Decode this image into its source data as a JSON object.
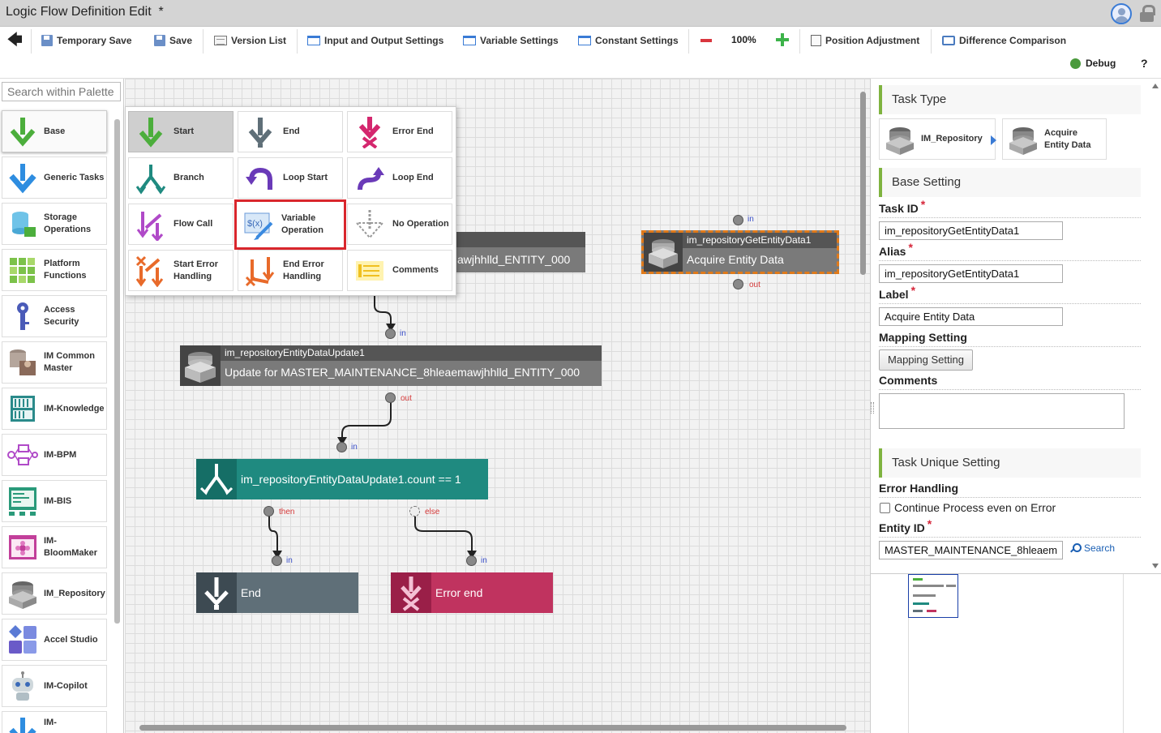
{
  "window": {
    "title": "Logic Flow Definition Edit",
    "modified_marker": "*"
  },
  "toolbar": {
    "temporary_save": "Temporary Save",
    "save": "Save",
    "version_list": "Version List",
    "io_settings": "Input and Output Settings",
    "variable_settings": "Variable Settings",
    "constant_settings": "Constant Settings",
    "zoom": "100%",
    "position_adjustment": "Position Adjustment",
    "difference_comparison": "Difference Comparison",
    "debug": "Debug",
    "help": "?"
  },
  "palette": {
    "search_placeholder": "Search within Palette",
    "categories": [
      {
        "label": "Base",
        "icon": "down-arrow-icon"
      },
      {
        "label": "Generic Tasks",
        "icon": "blue-down-arrow-icon"
      },
      {
        "label": "Storage Operations",
        "icon": "database-icon"
      },
      {
        "label": "Platform Functions",
        "icon": "grid-icon"
      },
      {
        "label": "Access Security",
        "icon": "key-icon"
      },
      {
        "label": "IM Common Master",
        "icon": "master-icon"
      },
      {
        "label": "IM-Knowledge",
        "icon": "bookshelf-icon"
      },
      {
        "label": "IM-BPM",
        "icon": "flow-icon"
      },
      {
        "label": "IM-BIS",
        "icon": "form-icon"
      },
      {
        "label": "IM-BloomMaker",
        "icon": "bloom-icon"
      },
      {
        "label": "IM_Repository",
        "icon": "repository-icon"
      },
      {
        "label": "Accel Studio",
        "icon": "blocks-icon"
      },
      {
        "label": "IM-Copilot",
        "icon": "robot-icon"
      },
      {
        "label": "IM-",
        "icon": "blue-down-arrow-icon"
      }
    ]
  },
  "popup": {
    "tiles": [
      {
        "label": "Start"
      },
      {
        "label": "End"
      },
      {
        "label": "Error End"
      },
      {
        "label": "Branch"
      },
      {
        "label": "Loop Start"
      },
      {
        "label": "Loop End"
      },
      {
        "label": "Flow Call"
      },
      {
        "label": "Variable Operation"
      },
      {
        "label": "No Operation"
      },
      {
        "label": "Start Error Handling"
      },
      {
        "label": "End Error Handling"
      },
      {
        "label": "Comments"
      }
    ]
  },
  "canvas": {
    "hidden_node_text": "awjhhlld_ENTITY_000",
    "selected_node": {
      "id": "im_repositoryGetEntityData1",
      "text": "Acquire Entity Data"
    },
    "update_node": {
      "id": "im_repositoryEntityDataUpdate1",
      "text": "Update for MASTER_MAINTENANCE_8hleaemawjhhlld_ENTITY_000"
    },
    "branch_node": {
      "text": "im_repositoryEntityDataUpdate1.count == 1"
    },
    "end_node": {
      "text": "End"
    },
    "error_end_node": {
      "text": "Error end"
    },
    "ports": {
      "in": "in",
      "out": "out",
      "then": "then",
      "else": "else"
    }
  },
  "props": {
    "task_type": {
      "heading": "Task Type",
      "category": "IM_Repository",
      "task": "Acquire Entity Data"
    },
    "base_setting": {
      "heading": "Base Setting",
      "task_id_label": "Task ID",
      "task_id": "im_repositoryGetEntityData1",
      "alias_label": "Alias",
      "alias": "im_repositoryGetEntityData1",
      "label_label": "Label",
      "label": "Acquire Entity Data",
      "mapping_label": "Mapping Setting",
      "mapping_button": "Mapping Setting",
      "comments_label": "Comments",
      "required_mark": "*"
    },
    "task_unique": {
      "heading": "Task Unique Setting",
      "error_handling_label": "Error Handling",
      "continue_label": "Continue Process even on Error",
      "entity_id_label": "Entity ID",
      "entity_id": "MASTER_MAINTENANCE_8hleaem",
      "search": "Search"
    }
  }
}
